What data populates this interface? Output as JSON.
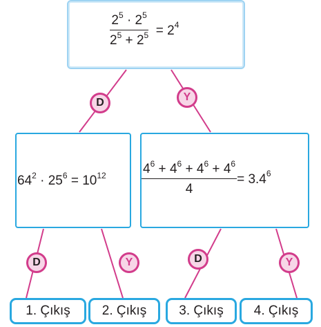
{
  "colors": {
    "accent_blue": "#29a8e0",
    "light_blue": "#9ed3f2",
    "magenta": "#d23c8b",
    "badge_fill": "#f7d6e7",
    "text": "#231f20"
  },
  "top_statement": {
    "num_base_1": "2",
    "num_exp_1": "5",
    "num_dot": "·",
    "num_base_2": "2",
    "num_exp_2": "5",
    "den_base_1": "2",
    "den_exp_1": "5",
    "den_plus": "+",
    "den_base_2": "2",
    "den_exp_2": "5",
    "rhs_prefix": "= ",
    "rhs_base": "2",
    "rhs_exp": "4"
  },
  "left_statement": {
    "base_1": "64",
    "exp_1": "2",
    "dot": "·",
    "base_2": "25",
    "exp_2": "6",
    "equals": "=",
    "rhs_base": "10",
    "rhs_exp": "12"
  },
  "right_statement": {
    "t1_base": "4",
    "t1_exp": "6",
    "plus_1": "+",
    "t2_base": "4",
    "t2_exp": "6",
    "plus_2": "+",
    "t3_base": "4",
    "t3_exp": "6",
    "plus_3": "+",
    "t4_base": "4",
    "t4_exp": "6",
    "den": "4",
    "rhs_prefix": "= ",
    "rhs_base": "3.4",
    "rhs_exp": "6"
  },
  "badges": {
    "top_d": "D",
    "top_y": "Y",
    "left_d": "D",
    "left_y": "Y",
    "right_d": "D",
    "right_y": "Y"
  },
  "exits": [
    "1. Çıkış",
    "2. Çıkış",
    "3. Çıkış",
    "4. Çıkış"
  ]
}
